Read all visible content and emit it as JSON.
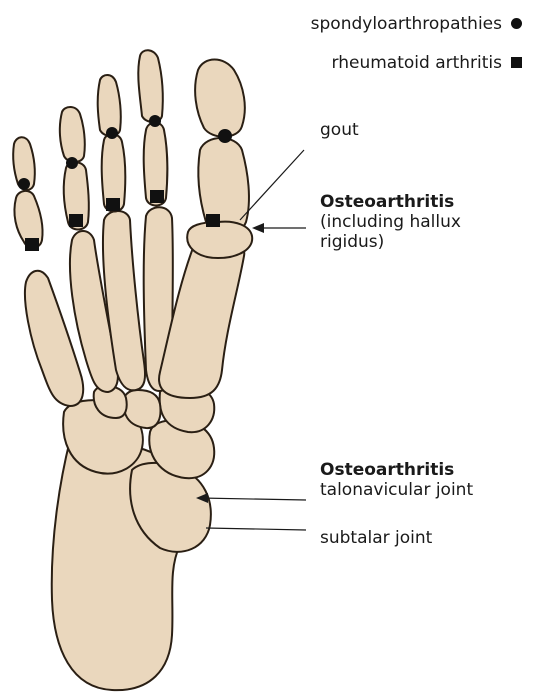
{
  "legend": {
    "spondylo_label": "spondyloarthropathies",
    "rheumatoid_label": "rheumatoid arthritis",
    "spondylo_marker": "circle",
    "rheumatoid_marker": "square"
  },
  "labels": {
    "gout": "gout",
    "oa1_title": "Osteoarthritis",
    "oa1_line1": "(including hallux",
    "oa1_line2": "rigidus)",
    "oa2_title": "Osteoarthritis",
    "oa2_sub": "talonavicular joint",
    "subtalar": "subtalar joint"
  },
  "colors": {
    "bone_fill": "#ead7bd",
    "bone_outline": "#2a1f14",
    "marker": "#111111",
    "text": "#1a1a1a",
    "background": "#ffffff"
  }
}
